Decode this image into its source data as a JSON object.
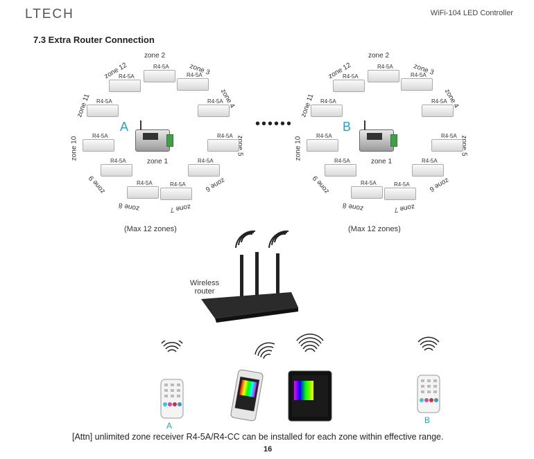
{
  "header": {
    "brand": "LTECH",
    "doc_title": "WiFi-104 LED Controller"
  },
  "section_title": "7.3 Extra Router Connection",
  "clusters": [
    {
      "letter": "A",
      "max_label": "(Max 12 zones)",
      "controller_zone": "zone 1"
    },
    {
      "letter": "B",
      "max_label": "(Max 12 zones)",
      "controller_zone": "zone 1"
    }
  ],
  "zones": [
    "zone 2",
    "zone 3",
    "zone 4",
    "zone 5",
    "zone 6",
    "zone 7",
    "zone 8",
    "zone 9",
    "zone 10",
    "zone 11",
    "zone 12"
  ],
  "receiver_label": "R4-5A",
  "ellipsis": "••••••",
  "router": {
    "label_line1": "Wireless",
    "label_line2": "router"
  },
  "remotes": {
    "left_label": "A",
    "right_label": "B"
  },
  "footer": {
    "attn": "[Attn] unlimited zone receiver R4-5A/R4-CC can be installed for each zone within effective range.",
    "page_number": "16"
  }
}
